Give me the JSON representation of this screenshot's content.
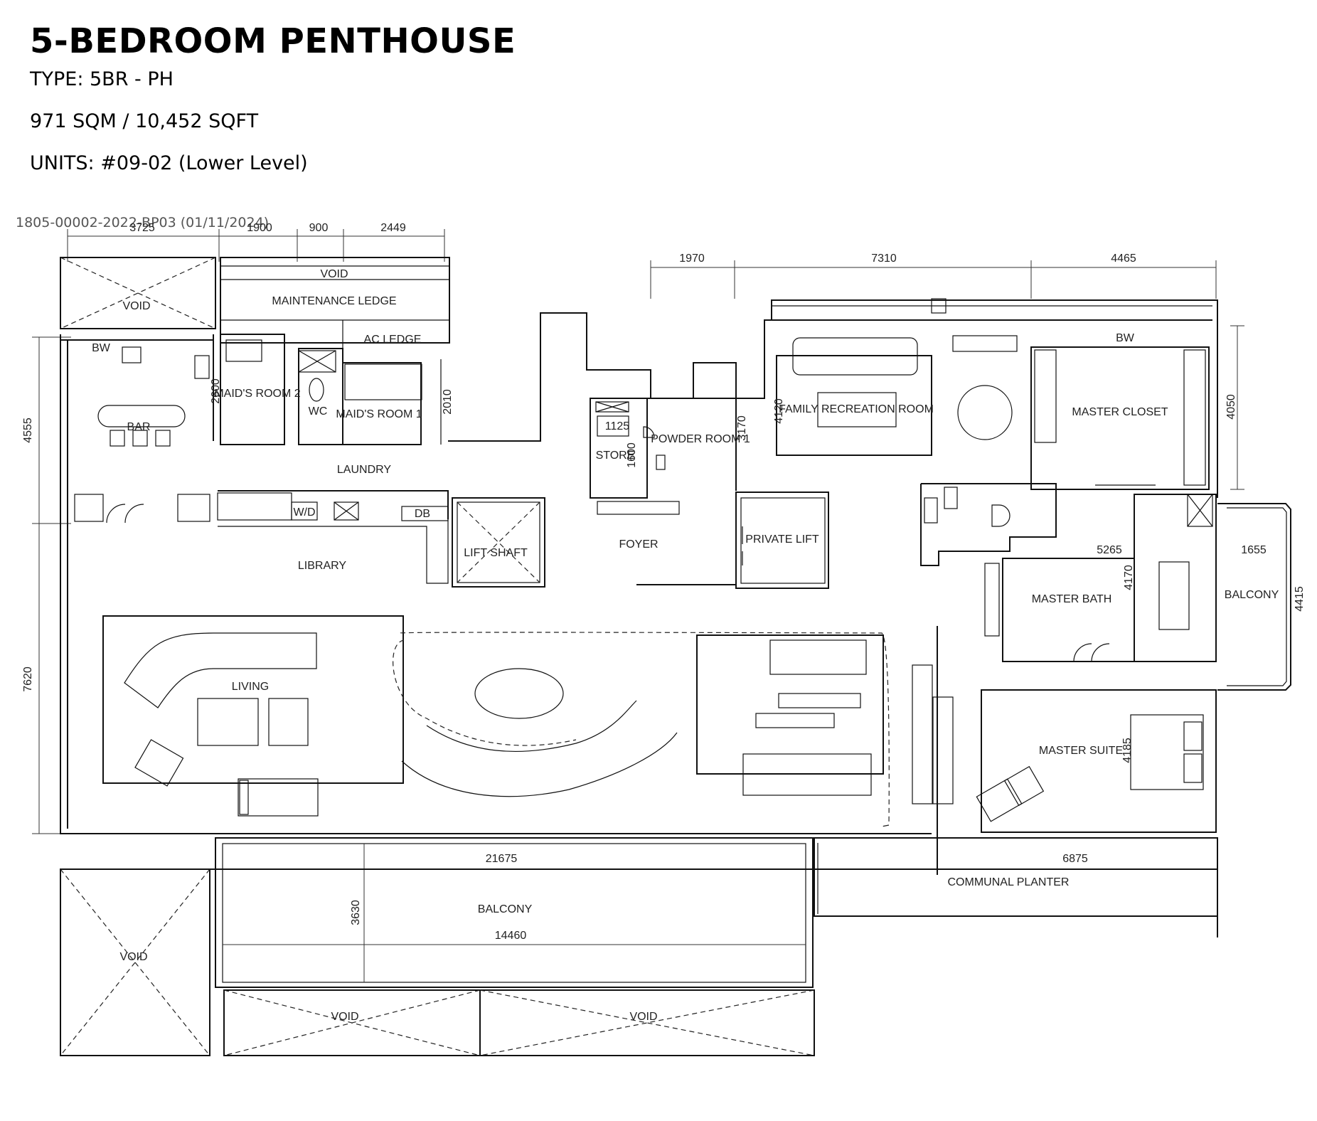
{
  "header": {
    "title": "5-BEDROOM PENTHOUSE",
    "type": "TYPE: 5BR - PH",
    "area": "971 SQM / 10,452 SQFT",
    "units": "UNITS:  #09-02 (Lower Level)"
  },
  "stamp": "1805-00002-2022-BP03 (01/11/2024)",
  "rooms": {
    "void_top_left": "VOID",
    "void_top": "VOID",
    "maintenance_ledge": "MAINTENANCE LEDGE",
    "ac_ledge": "AC LEDGE",
    "bw_left": "BW",
    "bar": "BAR",
    "maids_room_2": "MAID'S ROOM 2",
    "wc": "WC",
    "maids_room_1": "MAID'S ROOM 1",
    "laundry": "LAUNDRY",
    "wd": "W/D",
    "db": "DB",
    "library": "LIBRARY",
    "lift_shaft": "LIFT SHAFT",
    "store": "STORE",
    "powder_room_1": "POWDER ROOM 1",
    "foyer": "FOYER",
    "private_lift": "PRIVATE LIFT",
    "family_recreation_room": "FAMILY RECREATION ROOM",
    "bw_right": "BW",
    "master_closet": "MASTER CLOSET",
    "master_bath": "MASTER BATH",
    "balcony_right": "BALCONY",
    "living": "LIVING",
    "master_suite": "MASTER SUITE",
    "balcony_bottom": "BALCONY",
    "communal_planter": "COMMUNAL PLANTER",
    "void_bottom_left": "VOID",
    "void_bottom_1": "VOID",
    "void_bottom_2": "VOID"
  },
  "dimensions": {
    "d3725": "3725",
    "d1900": "1900",
    "d900": "900",
    "d2449": "2449",
    "d1970": "1970",
    "d7310": "7310",
    "d4465": "4465",
    "d4555": "4555",
    "d2600": "2600",
    "d2010": "2010",
    "d4120": "4120",
    "d3170": "3170",
    "d1125": "1125",
    "d1600": "1600",
    "d4050": "4050",
    "d5265": "5265",
    "d1655": "1655",
    "d4170": "4170",
    "d4415": "4415",
    "d7620": "7620",
    "d4185": "4185",
    "d21675": "21675",
    "d6875": "6875",
    "d3630": "3630",
    "d14460": "14460"
  }
}
